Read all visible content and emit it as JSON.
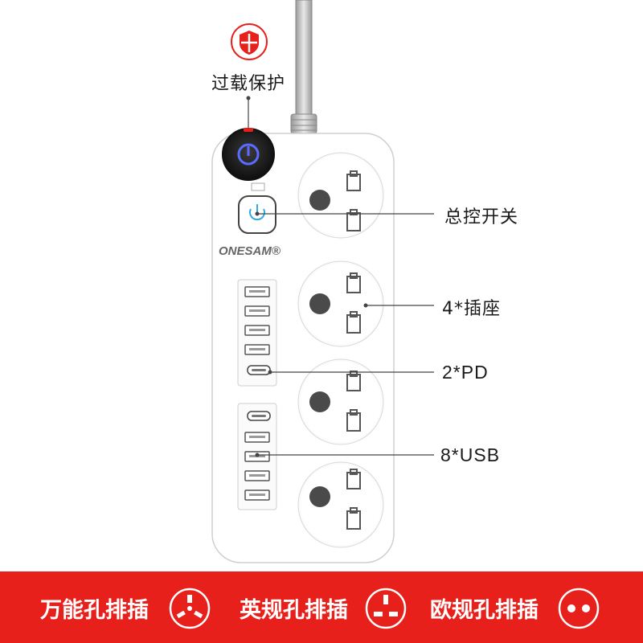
{
  "callouts": {
    "overload_protection": "过载保护",
    "master_switch": "总控开关",
    "sockets": "4*插座",
    "pd_ports": "2*PD",
    "usb_ports": "8*USB"
  },
  "brand": {
    "logo_text": "ONESAM®"
  },
  "bottom_bar": {
    "items": [
      {
        "label": "万能孔排插",
        "icon": "universal-socket-icon"
      },
      {
        "label": "英规孔排插",
        "icon": "uk-socket-icon"
      },
      {
        "label": "欧规孔排插",
        "icon": "eu-socket-icon"
      }
    ]
  },
  "colors": {
    "accent_red": "#e8201c",
    "switch_blue": "#3a6cff",
    "power_light": "#33aadd"
  }
}
